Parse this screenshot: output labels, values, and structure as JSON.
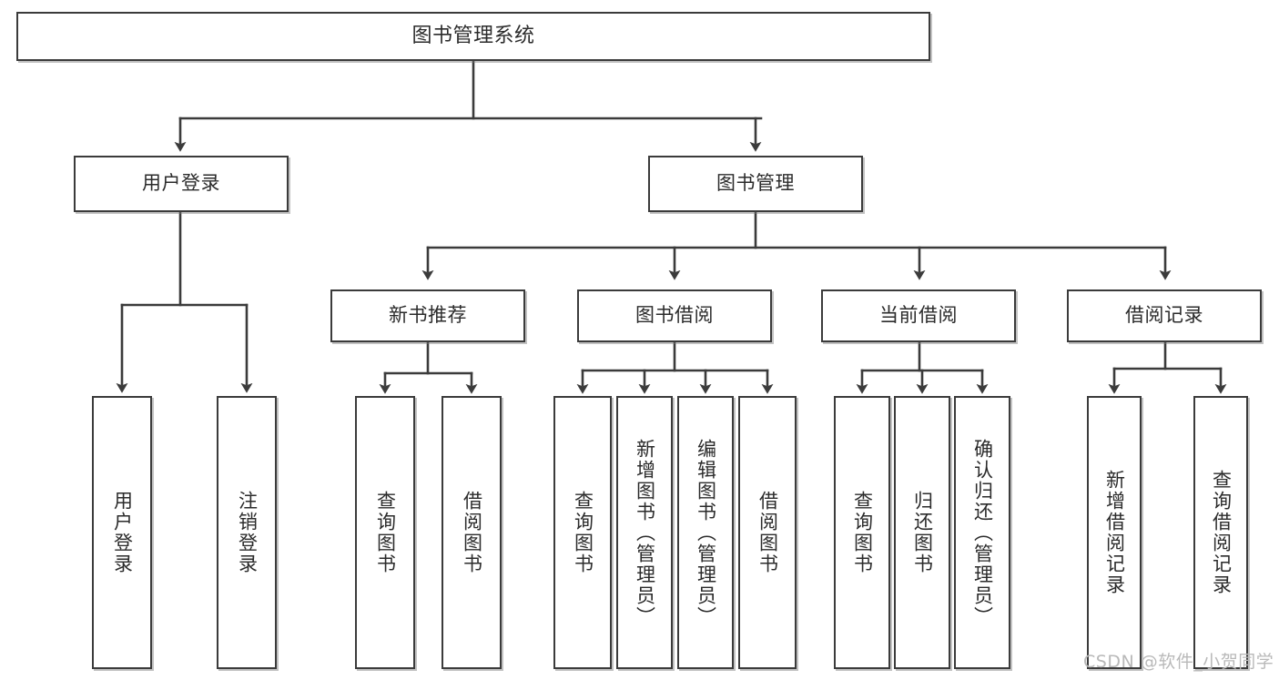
{
  "diagram": {
    "title": "图书管理系统",
    "type": "tree-hierarchy",
    "root": {
      "id": "root",
      "label": "图书管理系统"
    },
    "level2": [
      {
        "id": "user-login",
        "label": "用户登录"
      },
      {
        "id": "book-manage",
        "label": "图书管理"
      }
    ],
    "level3": [
      {
        "id": "new-book-recommend",
        "label": "新书推荐",
        "parent": "book-manage"
      },
      {
        "id": "book-borrow",
        "label": "图书借阅",
        "parent": "book-manage"
      },
      {
        "id": "current-borrow",
        "label": "当前借阅",
        "parent": "book-manage"
      },
      {
        "id": "borrow-record",
        "label": "借阅记录",
        "parent": "book-manage"
      }
    ],
    "leaves": [
      {
        "id": "leaf-user-login",
        "label": "用户登录",
        "parent": "user-login"
      },
      {
        "id": "leaf-logout-login",
        "label": "注销登录",
        "parent": "user-login"
      },
      {
        "id": "leaf-query-book-1",
        "label": "查询图书",
        "parent": "new-book-recommend"
      },
      {
        "id": "leaf-borrow-book-1",
        "label": "借阅图书",
        "parent": "new-book-recommend"
      },
      {
        "id": "leaf-query-book-2",
        "label": "查询图书",
        "parent": "book-borrow"
      },
      {
        "id": "leaf-add-book",
        "label": "新增图书（管理员）",
        "parent": "book-borrow"
      },
      {
        "id": "leaf-edit-book",
        "label": "编辑图书（管理员）",
        "parent": "book-borrow"
      },
      {
        "id": "leaf-borrow-book-2",
        "label": "借阅图书",
        "parent": "book-borrow"
      },
      {
        "id": "leaf-query-book-3",
        "label": "查询图书",
        "parent": "current-borrow"
      },
      {
        "id": "leaf-return-book",
        "label": "归还图书",
        "parent": "current-borrow"
      },
      {
        "id": "leaf-confirm-return",
        "label": "确认归还（管理员）",
        "parent": "current-borrow"
      },
      {
        "id": "leaf-add-record",
        "label": "新增借阅记录",
        "parent": "borrow-record"
      },
      {
        "id": "leaf-query-record",
        "label": "查询借阅记录",
        "parent": "borrow-record"
      }
    ],
    "watermark": "CSDN @软件_小贺同学",
    "colors": {
      "background": "#ffffff",
      "node_border": "#3b3b3b",
      "node_fill": "#ffffff",
      "edge": "#3b3b3b",
      "text": "#2b2b2b",
      "watermark": "#b9b9b9"
    }
  }
}
